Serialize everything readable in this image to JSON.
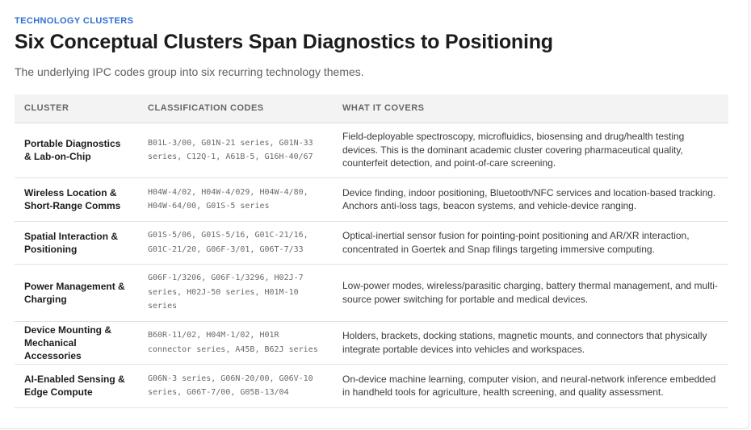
{
  "header": {
    "eyebrow": "TECHNOLOGY CLUSTERS",
    "title": "Six Conceptual Clusters Span Diagnostics to Positioning",
    "subtitle": "The underlying IPC codes group into six recurring technology themes."
  },
  "table": {
    "columns": [
      "CLUSTER",
      "CLASSIFICATION CODES",
      "WHAT IT COVERS"
    ],
    "rows": [
      {
        "cluster": "Portable Diagnostics & Lab-on-Chip",
        "codes": "B01L-3/00, G01N-21 series, G01N-33 series, C12Q-1, A61B-5, G16H-40/67",
        "covers": "Field-deployable spectroscopy, microfluidics, biosensing and drug/health testing devices. This is the dominant academic cluster covering pharmaceutical quality, counterfeit detection, and point-of-care screening."
      },
      {
        "cluster": "Wireless Location & Short-Range Comms",
        "codes": "H04W-4/02, H04W-4/029, H04W-4/80, H04W-64/00, G01S-5 series",
        "covers": "Device finding, indoor positioning, Bluetooth/NFC services and location-based tracking. Anchors anti-loss tags, beacon systems, and vehicle-device ranging."
      },
      {
        "cluster": "Spatial Interaction & Positioning",
        "codes": "G01S-5/06, G01S-5/16, G01C-21/16, G01C-21/20, G06F-3/01, G06T-7/33",
        "covers": "Optical-inertial sensor fusion for pointing-point positioning and AR/XR interaction, concentrated in Goertek and Snap filings targeting immersive computing."
      },
      {
        "cluster": "Power Management & Charging",
        "codes": "G06F-1/3206, G06F-1/3296, H02J-7 series, H02J-50 series, H01M-10 series",
        "covers": "Low-power modes, wireless/parasitic charging, battery thermal management, and multi-source power switching for portable and medical devices."
      },
      {
        "cluster": "Device Mounting & Mechanical Accessories",
        "codes": "B60R-11/02, H04M-1/02, H01R connector series, A45B, B62J series",
        "covers": "Holders, brackets, docking stations, magnetic mounts, and connectors that physically integrate portable devices into vehicles and workspaces."
      },
      {
        "cluster": "AI-Enabled Sensing & Edge Compute",
        "codes": "G06N-3 series, G06N-20/00, G06V-10 series, G06T-7/00, G05B-13/04",
        "covers": "On-device machine learning, computer vision, and neural-network inference embedded in handheld tools for agriculture, health screening, and quality assessment."
      }
    ]
  }
}
